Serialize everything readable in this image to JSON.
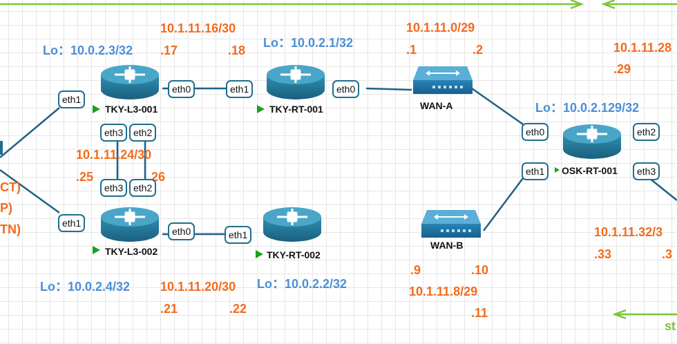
{
  "devices": {
    "tky_l3_001": {
      "name": "TKY-L3-001",
      "lo": "Lo：10.0.2.3/32"
    },
    "tky_l3_002": {
      "name": "TKY-L3-002",
      "lo": "Lo：10.0.2.4/32"
    },
    "tky_rt_001": {
      "name": "TKY-RT-001",
      "lo": "Lo：10.0.2.1/32"
    },
    "tky_rt_002": {
      "name": "TKY-RT-002",
      "lo": "Lo：10.0.2.2/32"
    },
    "wan_a": {
      "name": "WAN-A"
    },
    "wan_b": {
      "name": "WAN-B"
    },
    "osk_rt_001": {
      "name": "OSK-RT-001",
      "lo": "Lo：10.0.2.129/32"
    }
  },
  "subnets": {
    "s16": {
      "net": "10.1.11.16/30",
      "a": ".17",
      "b": ".18"
    },
    "s24": {
      "net": "10.1.11.24/30",
      "a": ".25",
      "b": ".26"
    },
    "s20": {
      "net": "10.1.11.20/30",
      "a": ".21",
      "b": ".22"
    },
    "s0": {
      "net": "10.1.11.0/29",
      "a": ".1",
      "b": ".2"
    },
    "s8": {
      "net": "10.1.11.8/29",
      "a": ".9",
      "b": ".10",
      "c": ".11"
    },
    "s28": {
      "net": "10.1.11.28",
      "a": ".29"
    },
    "s32": {
      "net": "10.1.11.32/3",
      "a": ".33",
      "b": ".3"
    }
  },
  "ports": {
    "l3_001_eth1": "eth1",
    "l3_001_eth0": "eth0",
    "l3_001_eth3": "eth3",
    "l3_001_eth2": "eth2",
    "l3_002_eth1": "eth1",
    "l3_002_eth0": "eth0",
    "l3_002_eth3": "eth3",
    "l3_002_eth2": "eth2",
    "rt_001_eth1": "eth1",
    "rt_001_eth0": "eth0",
    "rt_002_eth1": "eth1",
    "osk_eth0": "eth0",
    "osk_eth1": "eth1",
    "osk_eth2": "eth2",
    "osk_eth3": "eth3"
  },
  "left_fragments": [
    "CT)",
    "P)",
    "TN)"
  ],
  "bottom_right_fragment": "st",
  "colors": {
    "orange": "#f26b1d",
    "blue": "#4a8fd6",
    "link": "#1d5f86",
    "green_arrow": "#7cc43a",
    "router": "#1d6f8c"
  }
}
